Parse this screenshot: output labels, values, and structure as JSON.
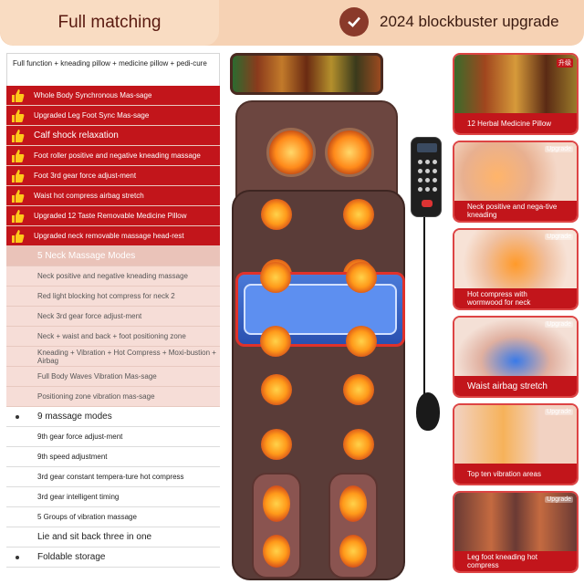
{
  "header": {
    "left_title": "Full matching",
    "right_title": "2024 blockbuster upgrade",
    "check_icon": "check-icon"
  },
  "intro": "Full function + kneading pillow + medicine pillow + pedi-cure",
  "red_features": [
    "Whole Body Synchronous Mas-sage",
    "Upgraded Leg Foot Sync Mas-sage",
    "Calf shock relaxation",
    "Foot roller positive and negative kneading massage",
    "Foot 3rd gear force adjust-ment",
    "Waist hot compress airbag stretch",
    "Upgraded 12 Taste Removable Medicine Pillow",
    "Upgraded neck removable massage head-rest"
  ],
  "pink_features": [
    "5 Neck Massage Modes",
    "Neck positive and negative kneading massage",
    "Red light blocking hot compress for neck 2",
    "Neck 3rd gear force adjust-ment",
    "Neck + waist and back + foot positioning zone",
    "Kneading + Vibration + Hot Compress + Moxi-bustion + Airbag",
    "Full Body Waves Vibration Mas-sage",
    "Positioning zone vibration mas-sage"
  ],
  "white_features": [
    "9 massage modes",
    "9th gear force adjust-ment",
    "9th speed adjustment",
    "3rd gear constant tempera-ture hot compress",
    "3rd gear intelligent timing",
    "5 Groups of vibration massage",
    "Lie and sit back three in one",
    "Foldable storage"
  ],
  "right_cards": [
    {
      "caption": "12 Herbal Medicine Pillow",
      "badge": "升级"
    },
    {
      "caption": "Neck positive and nega-tive kneading",
      "badge": "Upgrade"
    },
    {
      "caption": "Hot compress with wormwood for neck",
      "badge": "Upgrade"
    },
    {
      "caption": "Waist airbag stretch",
      "badge": "Upgrade"
    },
    {
      "caption": "Top ten vibration areas",
      "badge": "Upgrade"
    },
    {
      "caption": "Leg foot kneading hot compress",
      "badge": "Upgrade"
    }
  ],
  "colors": {
    "accent_red": "#c2151b",
    "header_bg": "#f6d2b4",
    "pink_row": "#f6ddd7"
  }
}
